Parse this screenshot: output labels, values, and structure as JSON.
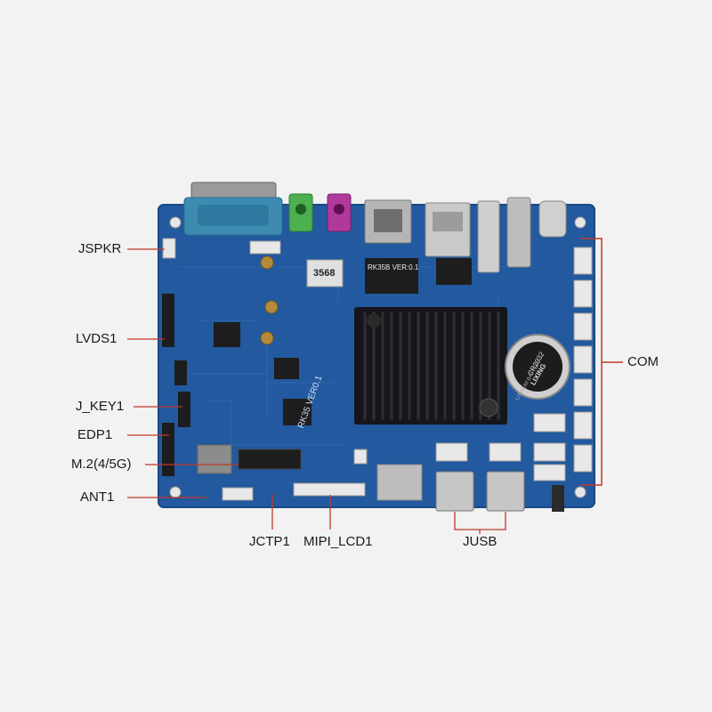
{
  "labels": {
    "jspkr": "JSPKR",
    "lvds1": "LVDS1",
    "j_key1": "J_KEY1",
    "edp1": "EDP1",
    "m2": "M.2(4/5G)",
    "ant1": "ANT1",
    "jctp1": "JCTP1",
    "mipi_lcd1": "MIPI_LCD1",
    "jusb": "JUSB",
    "com": "COM"
  },
  "board_text": {
    "chip_marking": "3568",
    "silkscreen": "RK35 VER0.1",
    "sticker": "RK35B VER:0.1",
    "battery": "CR2032",
    "battery_brand": "LIXING",
    "battery_note": "LITHIUM BATTERY"
  },
  "colors": {
    "pcb": "#23599e",
    "heatsink": "#16161a",
    "callout_line": "#c0392b",
    "audio_green": "#4caf50",
    "audio_pink": "#b03a9c",
    "serial_blue": "#3d8bb0"
  }
}
